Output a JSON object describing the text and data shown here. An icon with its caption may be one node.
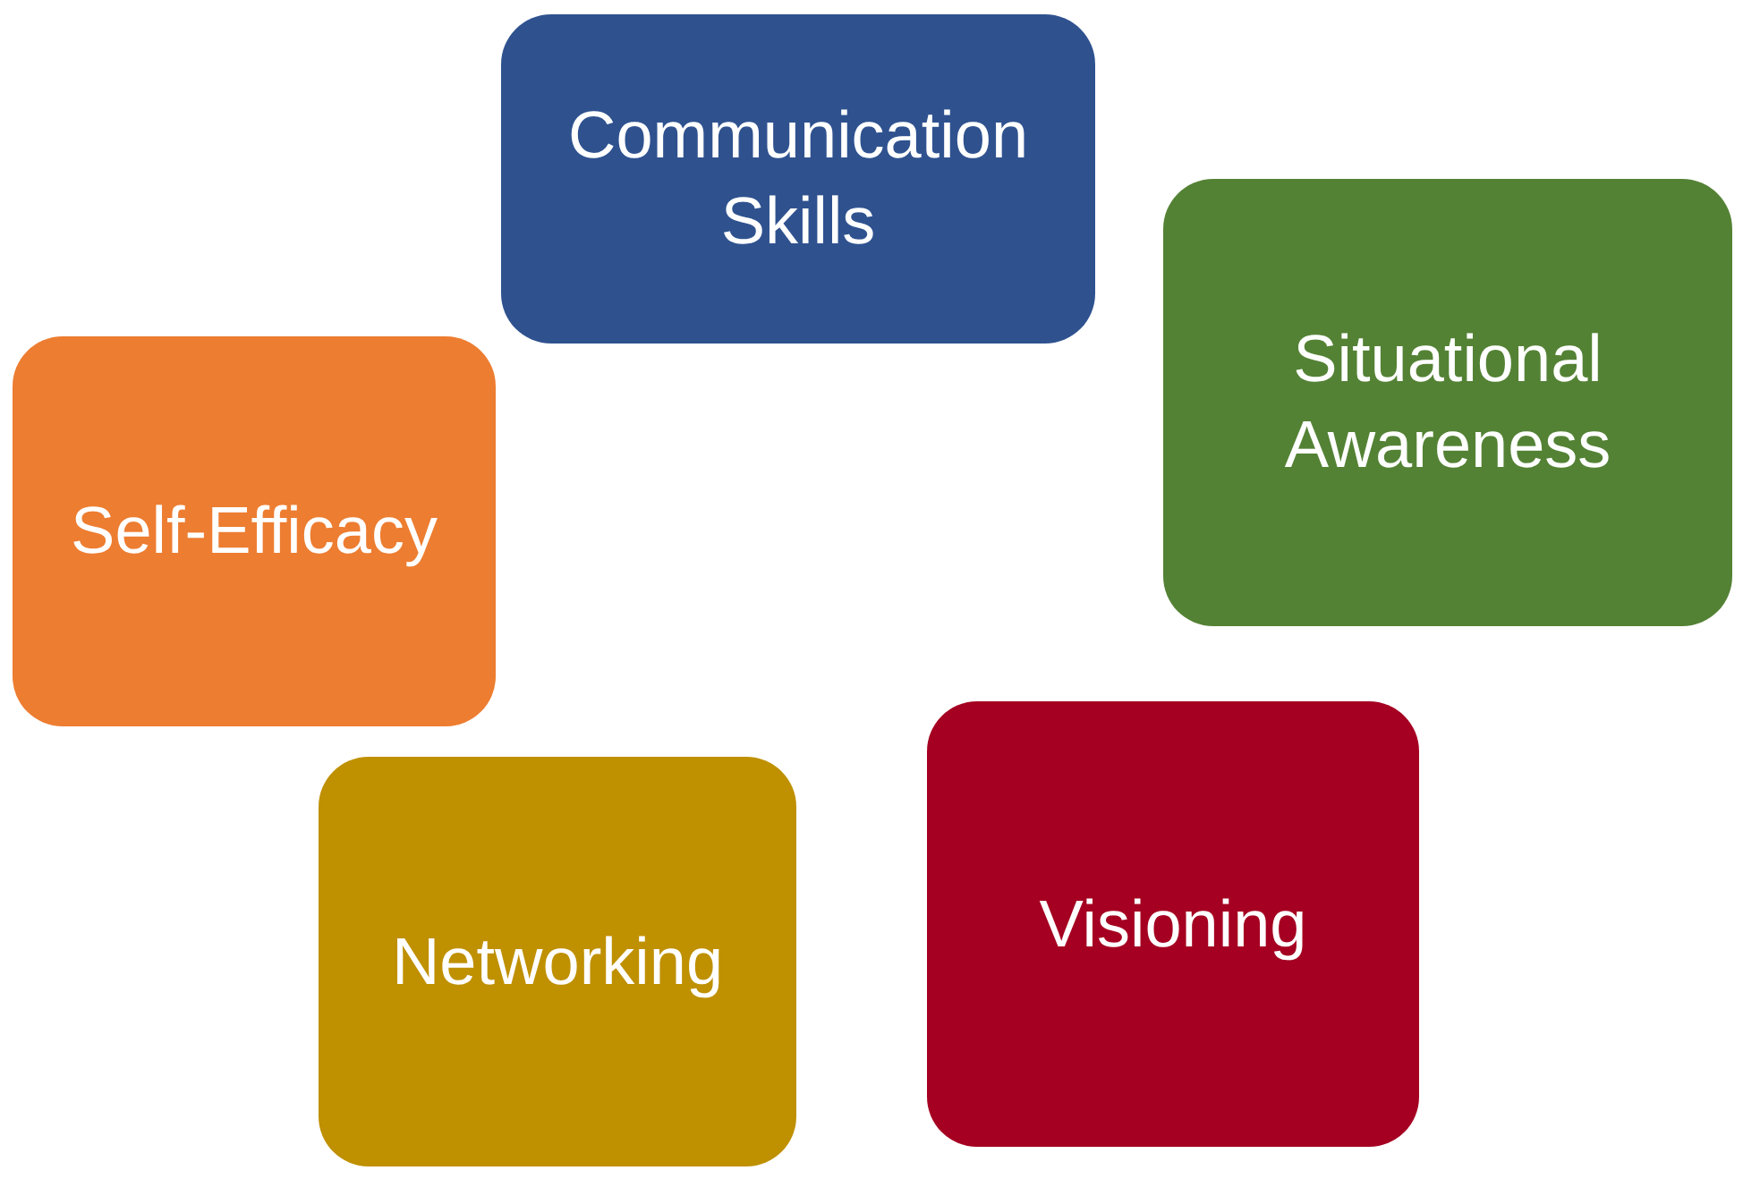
{
  "diagram": {
    "nodes": [
      {
        "text": [
          "Communication Skills"
        ]
      },
      {
        "text": [
          "Situational Awareness"
        ]
      },
      {
        "text": [
          "Self-Efficacy"
        ]
      },
      {
        "text": [
          "Visioning"
        ]
      },
      {
        "text": [
          "Networking"
        ]
      }
    ]
  }
}
